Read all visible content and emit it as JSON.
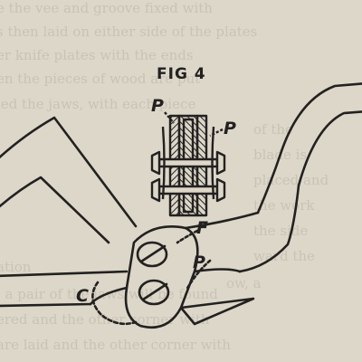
{
  "figure": {
    "title": "FIG 4",
    "labels": {
      "p_top_left": "P",
      "p_top_right": "P",
      "f": "F",
      "p_lower": "P",
      "c": "C"
    }
  },
  "colors": {
    "paper": "#dcd7c9",
    "ink": "#232120",
    "faded_text": "#b9b3a5"
  }
}
